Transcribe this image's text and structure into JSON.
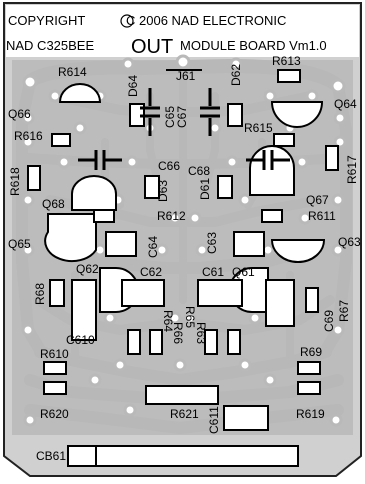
{
  "board": {
    "copyright_line": "COPYRIGHT",
    "copyright_rest": "C  2006  NAD  ELECTRONIC",
    "model": "NAD C325BEE",
    "out": "OUT",
    "module": "MODULE BOARD Vm1.0"
  },
  "labels": {
    "R614": "R614",
    "Q66": "Q66",
    "R616": "R616",
    "R618": "R618",
    "D64": "D64",
    "C65": "C65",
    "J61": "J61",
    "C67": "C67",
    "D62": "D62",
    "R613": "R613",
    "Q64": "Q64",
    "R615": "R615",
    "R617": "R617",
    "C66": "C66",
    "C68": "C68",
    "D63": "D63",
    "D61": "D61",
    "Q67": "Q67",
    "Q68": "Q68",
    "R612": "R612",
    "R611": "R611",
    "Q65": "Q65",
    "C64": "C64",
    "C63": "C63",
    "Q63": "Q63",
    "Q62": "Q62",
    "C62": "C62",
    "C61": "C61",
    "Q61": "Q61",
    "R68": "R68",
    "C610": "C610",
    "R64": "R64",
    "R66": "R66",
    "R65": "R65",
    "R63": "R63",
    "C69": "C69",
    "R67": "R67",
    "R610": "R610",
    "R69": "R69",
    "R620": "R620",
    "R621": "R621",
    "C611": "C611",
    "R619": "R619",
    "CB61": "CB61"
  },
  "colors": {
    "copper": "#b9b9b9",
    "silk": "#000000",
    "background": "#ffffff"
  }
}
